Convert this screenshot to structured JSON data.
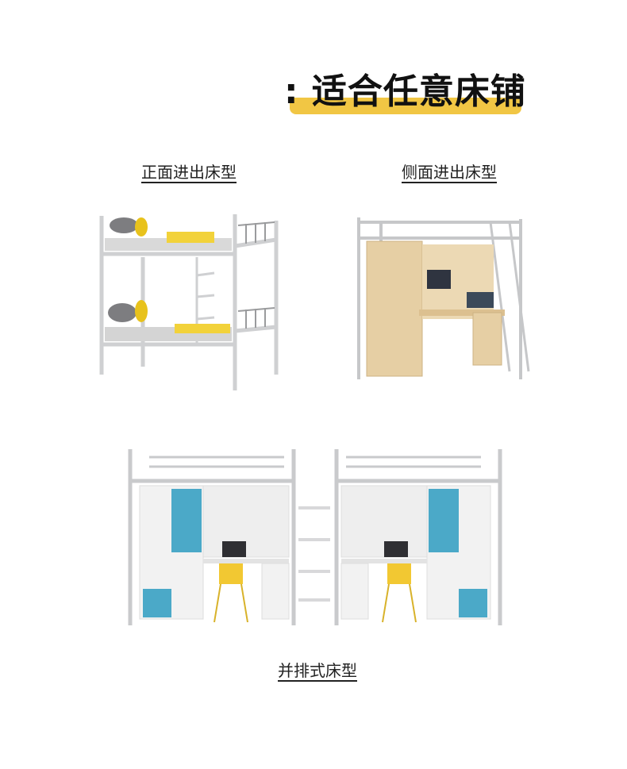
{
  "title": ": 适合任意床铺",
  "sections": [
    {
      "label": "正面进出床型"
    },
    {
      "label": "侧面进出床型"
    },
    {
      "label": "并排式床型"
    }
  ],
  "colors": {
    "accent": "#f1c644",
    "cabinet_blue": "#4ba9c8",
    "chair_yellow": "#f2c832",
    "wood": "#e6cfa4"
  }
}
